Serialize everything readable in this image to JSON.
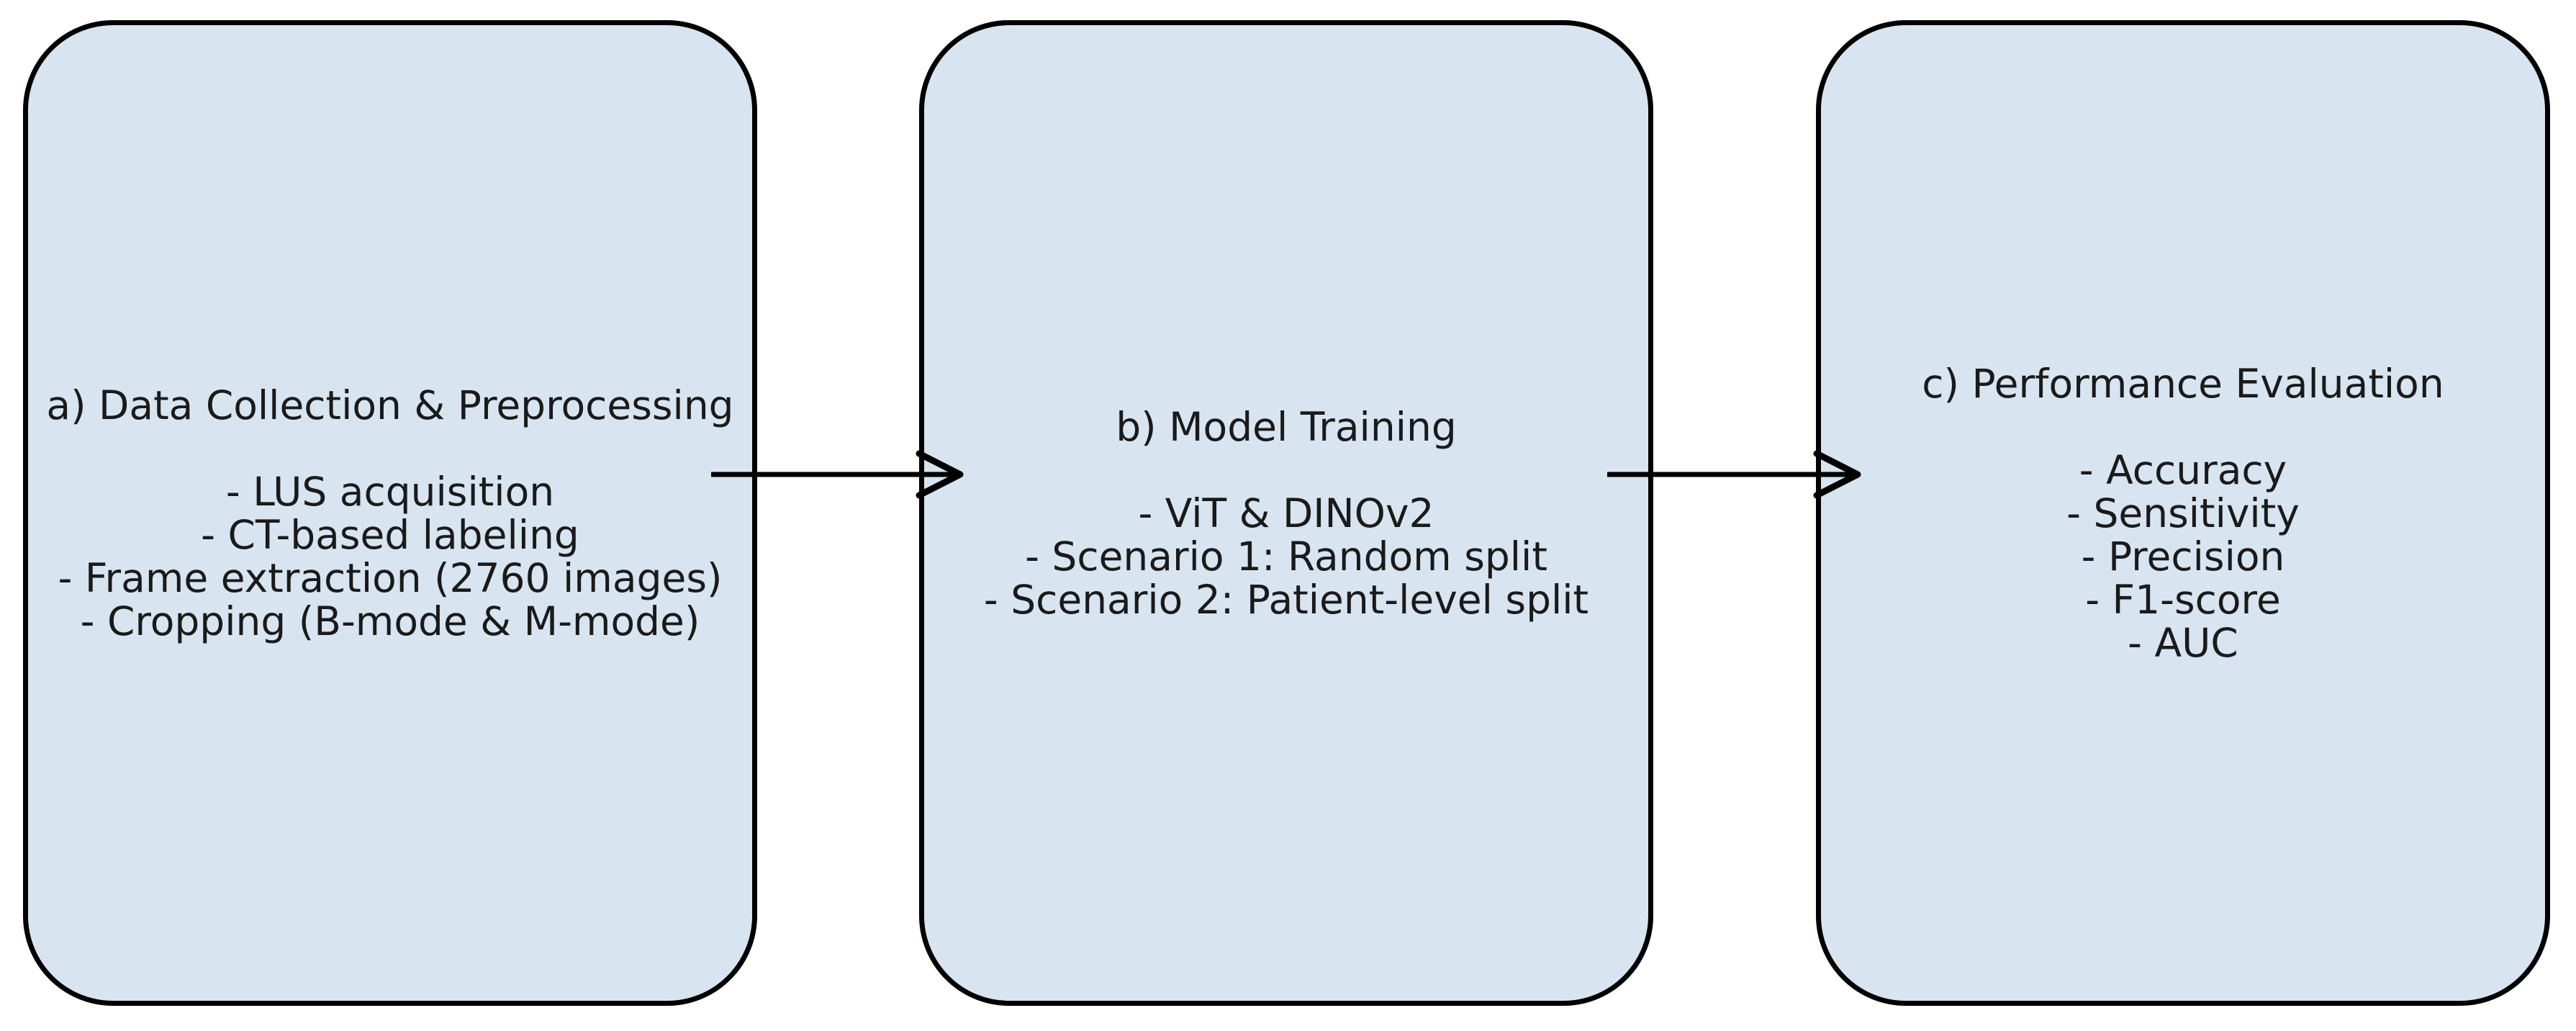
{
  "figure": {
    "type": "flowchart",
    "orientation": "horizontal"
  },
  "theme": {
    "background": "#ffffff",
    "box_fill": "#d8e5f1",
    "box_border": "#000000",
    "text_color": "#1a1a1a",
    "arrow_color": "#000000"
  },
  "boxes": [
    {
      "id": "a",
      "title": "a) Data Collection & Preprocessing",
      "items": [
        "- LUS acquisition",
        "- CT-based labeling",
        "- Frame extraction (2760 images)",
        "- Cropping (B-mode & M-mode)"
      ]
    },
    {
      "id": "b",
      "title": "b) Model Training",
      "items": [
        "- ViT & DINOv2",
        "- Scenario 1: Random split",
        "- Scenario 2: Patient-level split"
      ]
    },
    {
      "id": "c",
      "title": "c) Performance Evaluation",
      "items": [
        "- Accuracy",
        "- Sensitivity",
        "- Precision",
        "- F1-score",
        "- AUC"
      ]
    }
  ],
  "arrows": [
    {
      "from": "a",
      "to": "b"
    },
    {
      "from": "b",
      "to": "c"
    }
  ]
}
